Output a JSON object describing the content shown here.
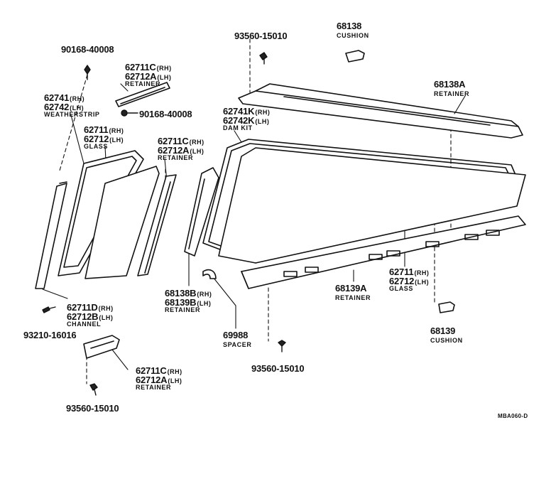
{
  "diagram": {
    "reference_code": "MBA060-D",
    "labels": [
      {
        "id": "p-90168-40008-top",
        "part": "90168-40008",
        "suffix": "",
        "desc": ""
      },
      {
        "id": "p-93560-15010-top",
        "part": "93560-15010",
        "suffix": "",
        "desc": ""
      },
      {
        "id": "p-68138-cushion",
        "part": "68138",
        "suffix": "",
        "desc": "CUSHION"
      },
      {
        "id": "p-62711c-62712a-retainer-top",
        "part": "62711C",
        "suffix": "(RH)",
        "part2": "62712A",
        "suffix2": "(LH)",
        "desc": "RETAINER"
      },
      {
        "id": "p-90168-40008-mid",
        "part": "90168-40008",
        "suffix": "",
        "desc": ""
      },
      {
        "id": "p-62741-62742-weatherstrip",
        "part": "62741",
        "suffix": "(RH)",
        "part2": "62742",
        "suffix2": "(LH)",
        "desc": "WEATHERSTRIP"
      },
      {
        "id": "p-62711-62712-glass-left",
        "part": "62711",
        "suffix": "(RH)",
        "part2": "62712",
        "suffix2": "(LH)",
        "desc": "GLASS"
      },
      {
        "id": "p-62711c-62712a-retainer-mid",
        "part": "62711C",
        "suffix": "(RH)",
        "part2": "62712A",
        "suffix2": "(LH)",
        "desc": "RETAINER"
      },
      {
        "id": "p-62741k-62742k-damkit",
        "part": "62741K",
        "suffix": "(RH)",
        "part2": "62742K",
        "suffix2": "(LH)",
        "desc": "DAM KIT"
      },
      {
        "id": "p-68138a-retainer",
        "part": "68138A",
        "suffix": "",
        "desc": "RETAINER"
      },
      {
        "id": "p-62711d-62712b-channel",
        "part": "62711D",
        "suffix": "(RH)",
        "part2": "62712B",
        "suffix2": "(LH)",
        "desc": "CHANNEL"
      },
      {
        "id": "p-93210-16016",
        "part": "93210-16016",
        "suffix": "",
        "desc": ""
      },
      {
        "id": "p-68138b-68139b-retainer",
        "part": "68138B",
        "suffix": "(RH)",
        "part2": "68139B",
        "suffix2": "(LH)",
        "desc": "RETAINER"
      },
      {
        "id": "p-69988-spacer",
        "part": "69988",
        "suffix": "",
        "desc": "SPACER"
      },
      {
        "id": "p-68139a-retainer",
        "part": "68139A",
        "suffix": "",
        "desc": "RETAINER"
      },
      {
        "id": "p-62711-62712-glass-right",
        "part": "62711",
        "suffix": "(RH)",
        "part2": "62712",
        "suffix2": "(LH)",
        "desc": "GLASS"
      },
      {
        "id": "p-68139-cushion",
        "part": "68139",
        "suffix": "",
        "desc": "CUSHION"
      },
      {
        "id": "p-93560-15010-mid",
        "part": "93560-15010",
        "suffix": "",
        "desc": ""
      },
      {
        "id": "p-62711c-62712a-retainer-bottom",
        "part": "62711C",
        "suffix": "(RH)",
        "part2": "62712A",
        "suffix2": "(LH)",
        "desc": "RETAINER"
      },
      {
        "id": "p-93560-15010-bottom",
        "part": "93560-15010",
        "suffix": "",
        "desc": ""
      }
    ]
  }
}
